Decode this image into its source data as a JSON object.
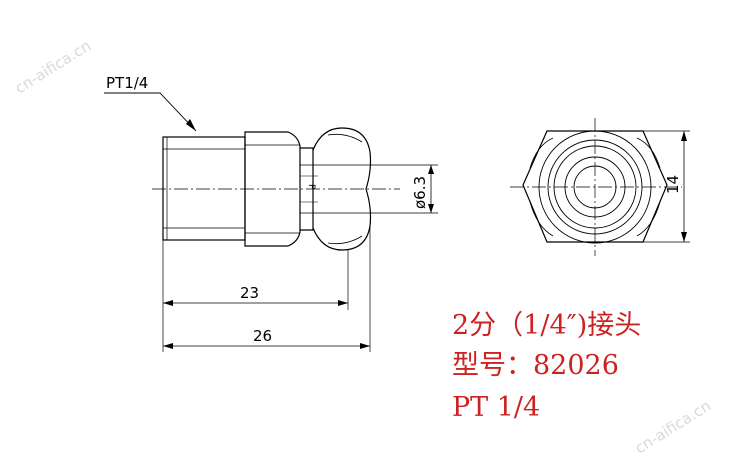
{
  "drawing": {
    "thread_label": "PT1/4",
    "dim_23": "23",
    "dim_26": "26",
    "dim_bore": "ø6.3",
    "dim_hex": "14",
    "ref_mark": "P"
  },
  "spec": {
    "name": "2分（1/4″)接头",
    "model": "型号：82026",
    "thread": "PT 1/4"
  },
  "watermark": {
    "top": "cn-aifica.cn",
    "bottom": "cn-aifica.cn"
  }
}
